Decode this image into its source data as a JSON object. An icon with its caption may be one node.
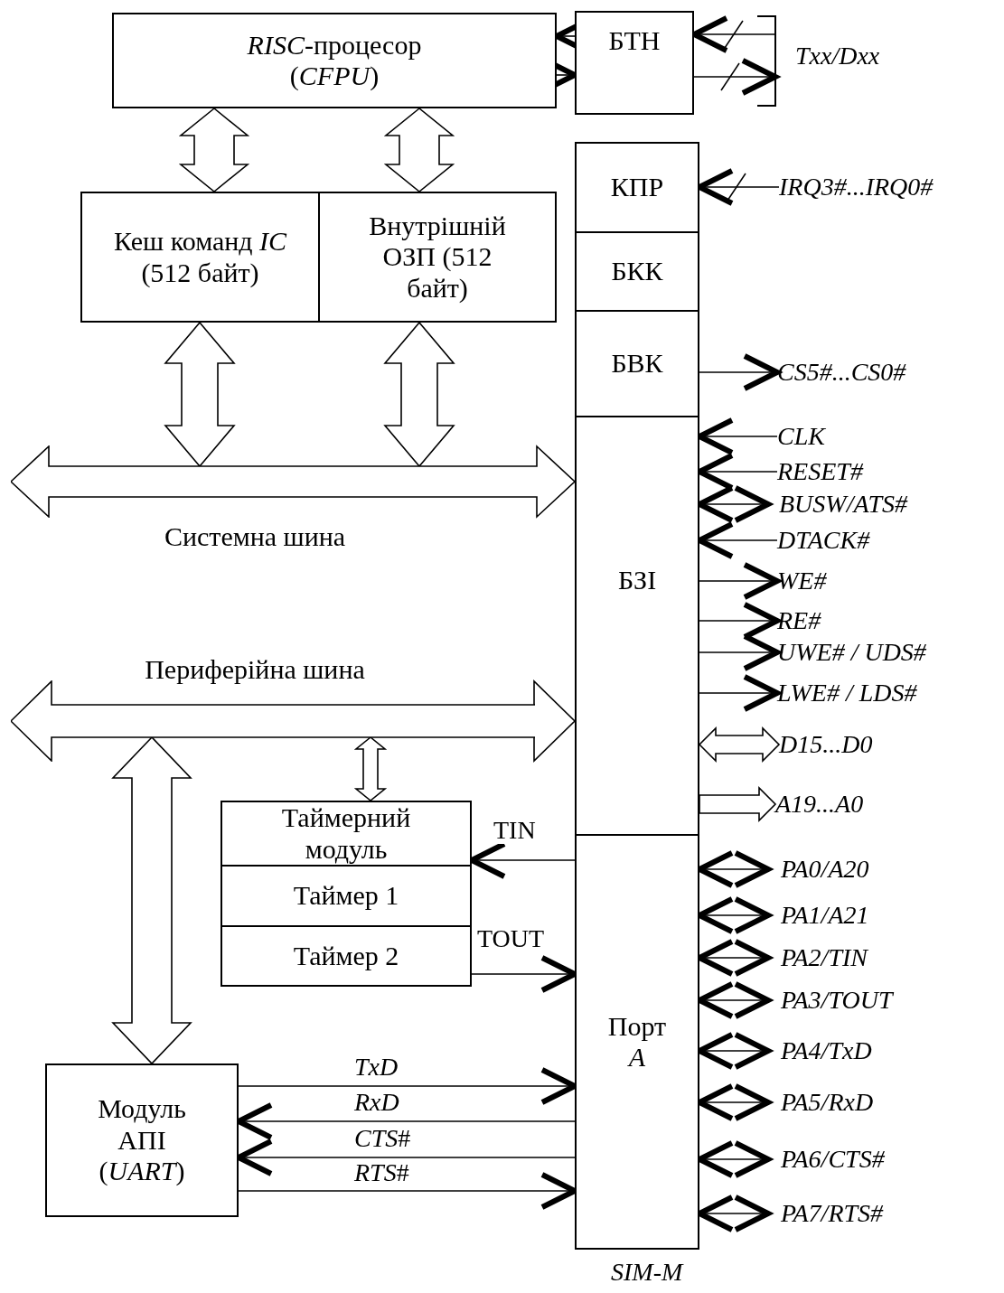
{
  "diagram": {
    "nodes": [
      {
        "text": [
          "*RISC*-процесор (*CFPU*)"
        ]
      },
      {
        "text": [
          "БТН"
        ]
      },
      {
        "text": [
          "КПР"
        ]
      },
      {
        "text": [
          "БКК"
        ]
      },
      {
        "text": [
          "БВК"
        ]
      },
      {
        "text": [
          "БЗІ"
        ]
      },
      {
        "text": [
          "Порт *A*"
        ]
      },
      {
        "text": [
          "Кеш команд *IC* (512 байт)"
        ]
      },
      {
        "text": [
          "Внутрішній ОЗП (512 байт)"
        ]
      },
      {
        "text": [
          "Системна шина"
        ]
      },
      {
        "text": [
          "Периферійна шина"
        ]
      },
      {
        "text": [
          "Таймерний модуль"
        ]
      },
      {
        "text": [
          "Таймер 1"
        ]
      },
      {
        "text": [
          "Таймер 2"
        ]
      },
      {
        "text": [
          "Модуль АПІ (*UART*)"
        ]
      },
      {
        "text": [
          "Txx/Dxx"
        ]
      },
      {
        "text": [
          "IRQ3#...IRQ0#"
        ]
      },
      {
        "text": [
          "CS5#...CS0#"
        ]
      },
      {
        "text": [
          "CLK"
        ]
      },
      {
        "text": [
          "RESET#"
        ]
      },
      {
        "text": [
          "BUSW/ATS#"
        ]
      },
      {
        "text": [
          "DTACK#"
        ]
      },
      {
        "text": [
          "WE#"
        ]
      },
      {
        "text": [
          "RE#"
        ]
      },
      {
        "text": [
          "UWE# / UDS#"
        ]
      },
      {
        "text": [
          "LWE# / LDS#"
        ]
      },
      {
        "text": [
          "D15...D0"
        ]
      },
      {
        "text": [
          "A19...A0"
        ]
      },
      {
        "text": [
          "PA0/A20"
        ]
      },
      {
        "text": [
          "PA1/A21"
        ]
      },
      {
        "text": [
          "PA2/TIN"
        ]
      },
      {
        "text": [
          "PA3/TOUT"
        ]
      },
      {
        "text": [
          "PA4/TxD"
        ]
      },
      {
        "text": [
          "PA5/RxD"
        ]
      },
      {
        "text": [
          "PA6/CTS#"
        ]
      },
      {
        "text": [
          "PA7/RTS#"
        ]
      }
    ],
    "edges": [
      {
        "from": 1,
        "to": 0,
        "arrow": "to"
      },
      {
        "from": 0,
        "to": 1,
        "arrow": "to"
      },
      {
        "from": 15,
        "to": 1,
        "arrow": "to"
      },
      {
        "from": 1,
        "to": 15,
        "arrow": "to"
      },
      {
        "from": 0,
        "to": 7,
        "arrow": "both",
        "style": "thick"
      },
      {
        "from": 0,
        "to": 8,
        "arrow": "both",
        "style": "thick"
      },
      {
        "from": 7,
        "to": 9,
        "arrow": "both",
        "style": "thick"
      },
      {
        "from": 8,
        "to": 9,
        "arrow": "both",
        "style": "thick"
      },
      {
        "from": 16,
        "to": 2,
        "arrow": "to"
      },
      {
        "from": 4,
        "to": 17,
        "arrow": "to"
      },
      {
        "from": 18,
        "to": 5,
        "arrow": "to"
      },
      {
        "from": 19,
        "to": 5,
        "arrow": "to"
      },
      {
        "from": 5,
        "to": 20,
        "arrow": "both"
      },
      {
        "from": 21,
        "to": 5,
        "arrow": "to"
      },
      {
        "from": 5,
        "to": 22,
        "arrow": "to"
      },
      {
        "from": 5,
        "to": 23,
        "arrow": "to"
      },
      {
        "from": 5,
        "to": 24,
        "arrow": "to"
      },
      {
        "from": 5,
        "to": 25,
        "arrow": "to"
      },
      {
        "from": 5,
        "to": 26,
        "arrow": "both",
        "style": "thick"
      },
      {
        "from": 5,
        "to": 27,
        "arrow": "to",
        "style": "thick"
      },
      {
        "from": 10,
        "to": 11,
        "arrow": "both",
        "style": "thick"
      },
      {
        "from": 10,
        "to": 14,
        "arrow": "both",
        "style": "thick"
      },
      {
        "from": 6,
        "to": 11,
        "arrow": "to",
        "label": "TIN"
      },
      {
        "from": 13,
        "to": 6,
        "arrow": "to",
        "label": "TOUT"
      },
      {
        "from": 14,
        "to": 6,
        "arrow": "to",
        "label": "TxD"
      },
      {
        "from": 6,
        "to": 14,
        "arrow": "to",
        "label": "RxD"
      },
      {
        "from": 6,
        "to": 14,
        "arrow": "to",
        "label": "*CTS*#"
      },
      {
        "from": 14,
        "to": 6,
        "arrow": "to",
        "label": "*RTS*#"
      },
      {
        "from": 6,
        "to": 28,
        "arrow": "both"
      },
      {
        "from": 6,
        "to": 29,
        "arrow": "both"
      },
      {
        "from": 6,
        "to": 30,
        "arrow": "both"
      },
      {
        "from": 6,
        "to": 31,
        "arrow": "both"
      },
      {
        "from": 6,
        "to": 32,
        "arrow": "both"
      },
      {
        "from": 6,
        "to": 33,
        "arrow": "both"
      },
      {
        "from": 6,
        "to": 34,
        "arrow": "both"
      },
      {
        "from": 6,
        "to": 35,
        "arrow": "both"
      },
      {
        "from": 9,
        "to": 5,
        "arrow": "to",
        "style": "thick"
      },
      {
        "from": 10,
        "to": 5,
        "arrow": "to",
        "style": "thick"
      }
    ],
    "labels": [
      "SIM-M"
    ]
  }
}
